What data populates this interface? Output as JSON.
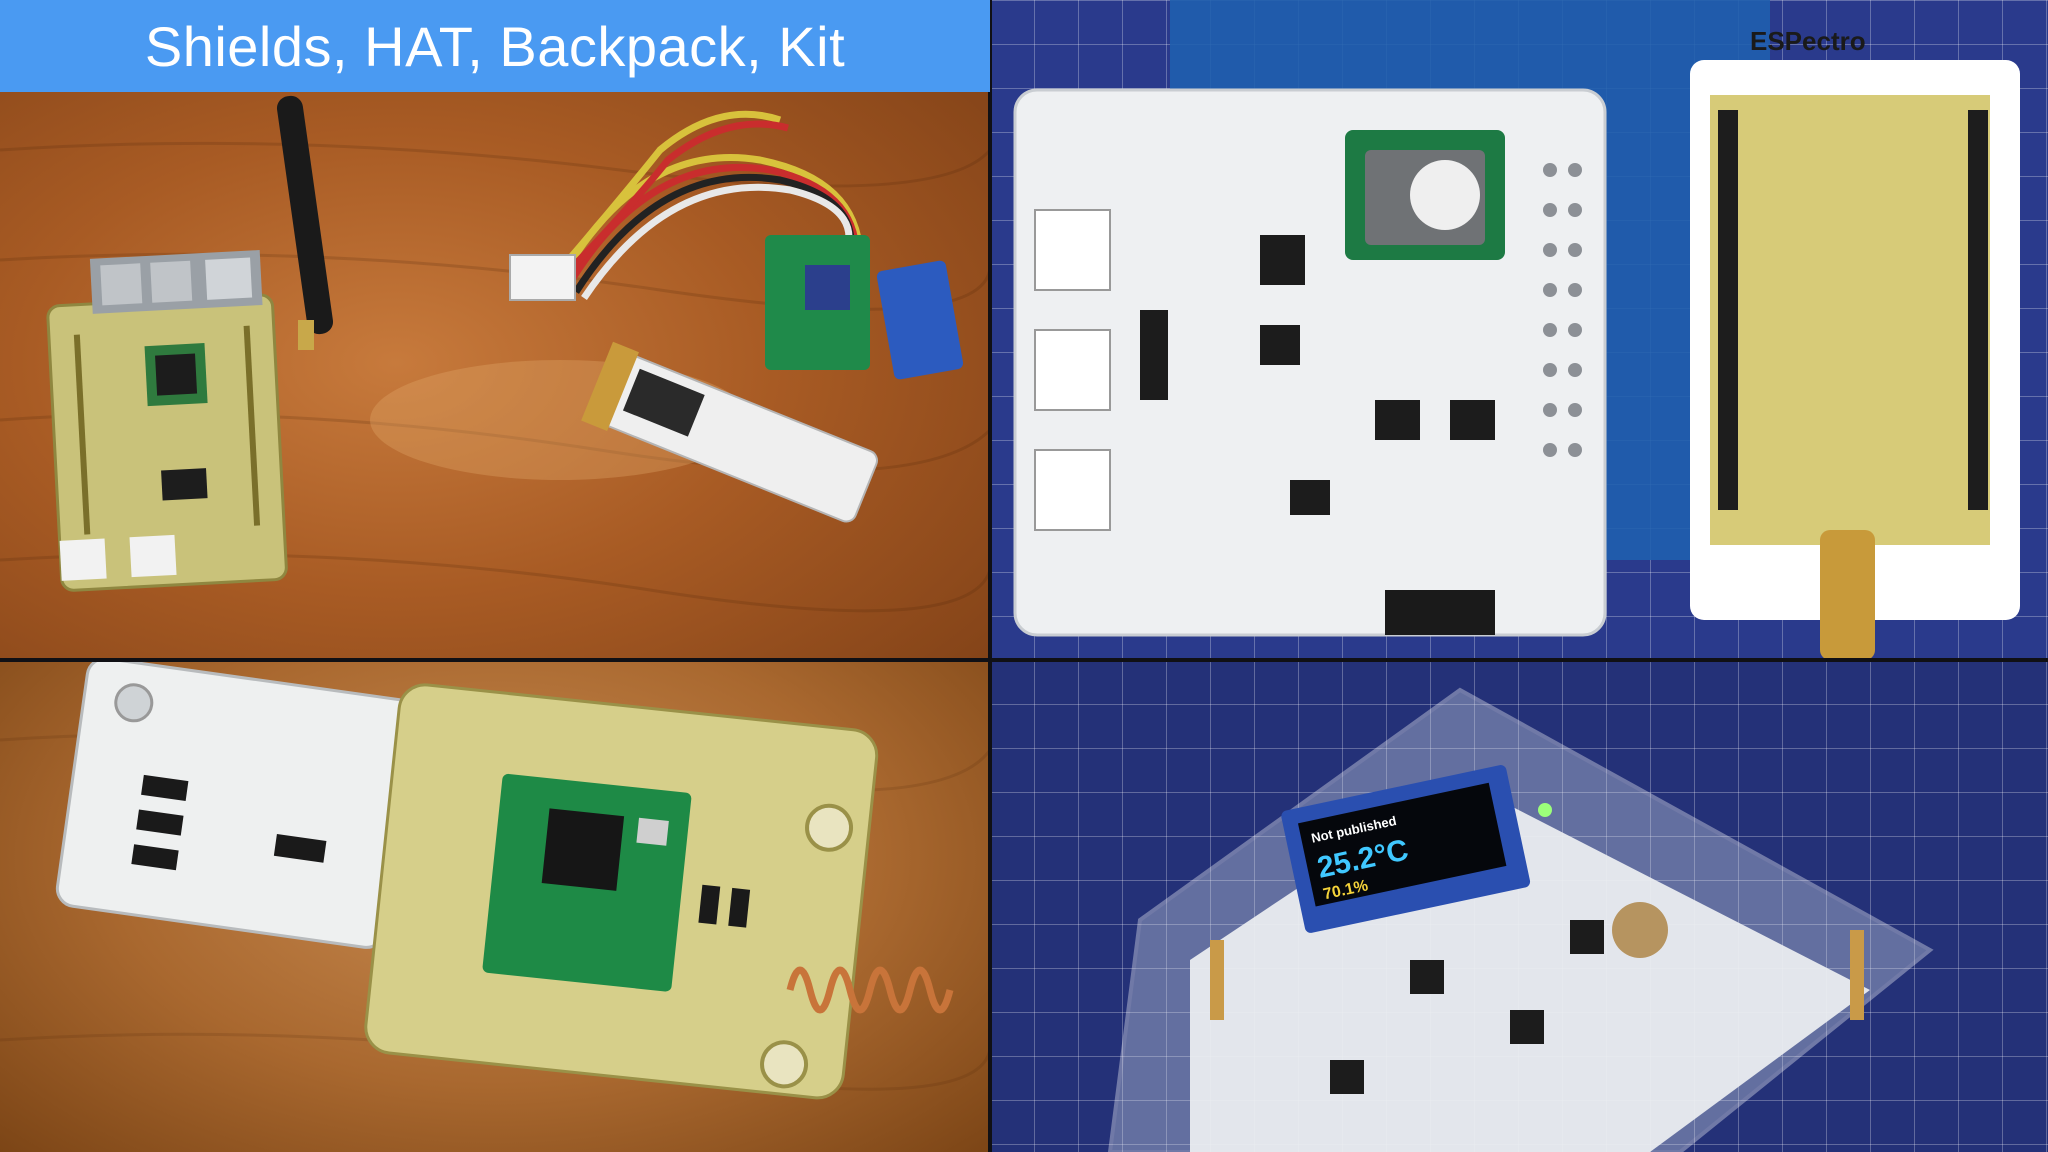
{
  "title": "Shields, HAT, Backpack, Kit",
  "board_labels": {
    "espectro": "ESPectro",
    "oled_status": "Not published",
    "oled_temp": "25.2°C",
    "oled_hum": "70.1%"
  },
  "colors": {
    "title_bar": "#4a9af2",
    "wood": "#a85b24",
    "cutting_mat": "#2a3a8c",
    "pcb_white": "#eef0f2",
    "pcb_yellow": "#c9c27a"
  }
}
